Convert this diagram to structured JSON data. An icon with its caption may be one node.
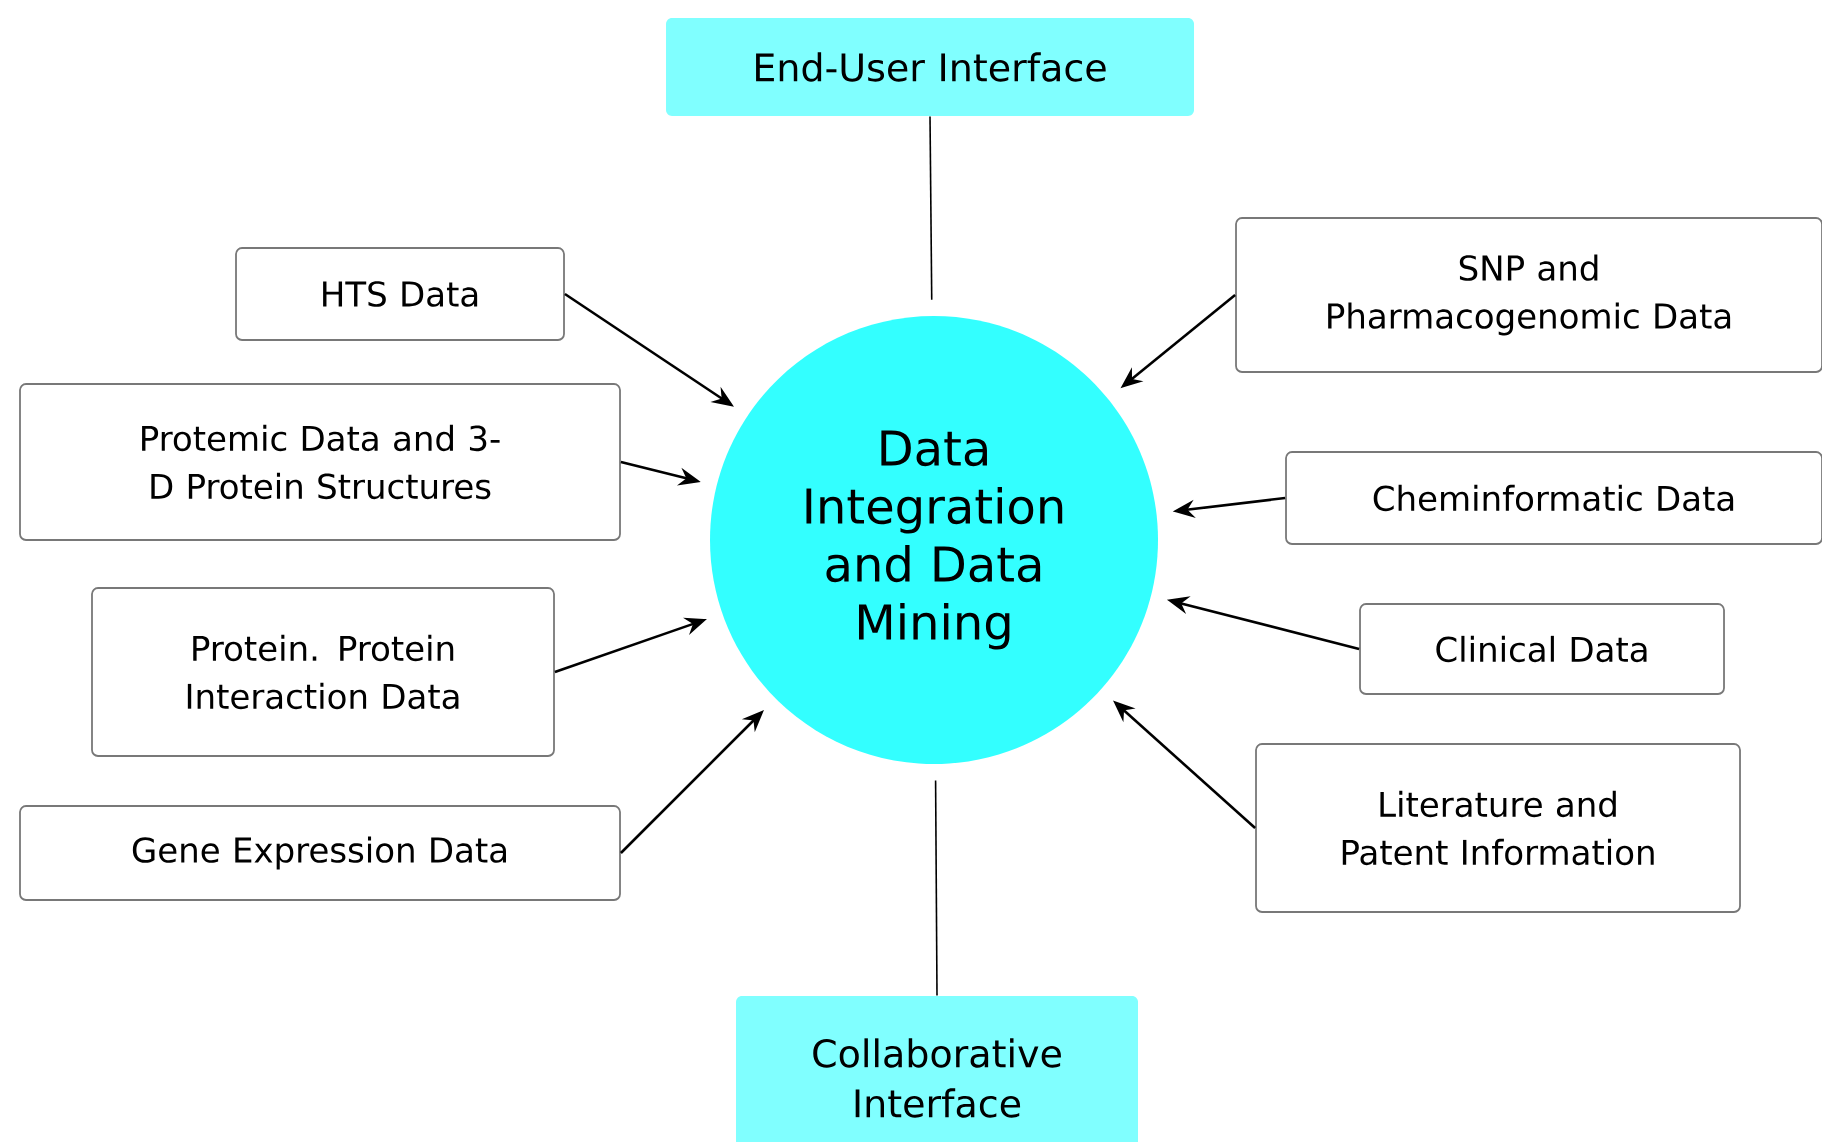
{
  "diagram": {
    "nodes": [
      {
        "text": [
          "End-User Interface"
        ]
      },
      {
        "text": [
          "HTS Data"
        ]
      },
      {
        "text": [
          "SNP and Pharmacogenomic Data"
        ]
      },
      {
        "text": [
          "Protemic Data and 3-D Protein Structures"
        ]
      },
      {
        "text": [
          "Data Integration and Data Mining"
        ]
      },
      {
        "text": [
          "Cheminformatic Data"
        ]
      },
      {
        "text": [
          "Protein. Protein Interaction Data"
        ]
      },
      {
        "text": [
          "Clinical Data"
        ]
      },
      {
        "text": [
          "Gene Expression Data"
        ]
      },
      {
        "text": [
          "Literature and Patent Information"
        ]
      },
      {
        "text": [
          "Collaborative Interface"
        ]
      }
    ],
    "edges": [
      {
        "from": 0,
        "to": 4,
        "arrow": "none"
      },
      {
        "from": 1,
        "to": 4,
        "arrow": "to"
      },
      {
        "from": 2,
        "to": 4,
        "arrow": "to"
      },
      {
        "from": 3,
        "to": 4,
        "arrow": "to"
      },
      {
        "from": 5,
        "to": 4,
        "arrow": "to"
      },
      {
        "from": 6,
        "to": 4,
        "arrow": "to"
      },
      {
        "from": 7,
        "to": 4,
        "arrow": "to"
      },
      {
        "from": 8,
        "to": 4,
        "arrow": "to"
      },
      {
        "from": 9,
        "to": 4,
        "arrow": "to"
      },
      {
        "from": 10,
        "to": 4,
        "arrow": "none"
      }
    ]
  }
}
